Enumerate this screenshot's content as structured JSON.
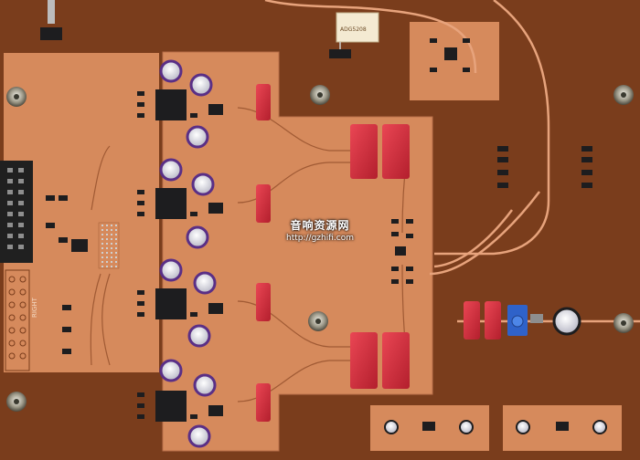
{
  "image": {
    "description_colors": {
      "board": "#7a3d1c",
      "copper": "#d68a5c",
      "trace": "#e7a37c",
      "film_cap": "#d42b3a",
      "smd_dark": "#1d1d1f",
      "electrolytic": "#c9c9d6",
      "electrolytic_band": "#5a2f86",
      "trimmer": "#2f62c9",
      "header": "#202020"
    }
  },
  "watermark": {
    "site_name": "音响资源网",
    "url": "http://gzhifi.com"
  },
  "silkscreen": {
    "right_channel_label": "RIGHT",
    "relay_label": "ADG5208"
  }
}
